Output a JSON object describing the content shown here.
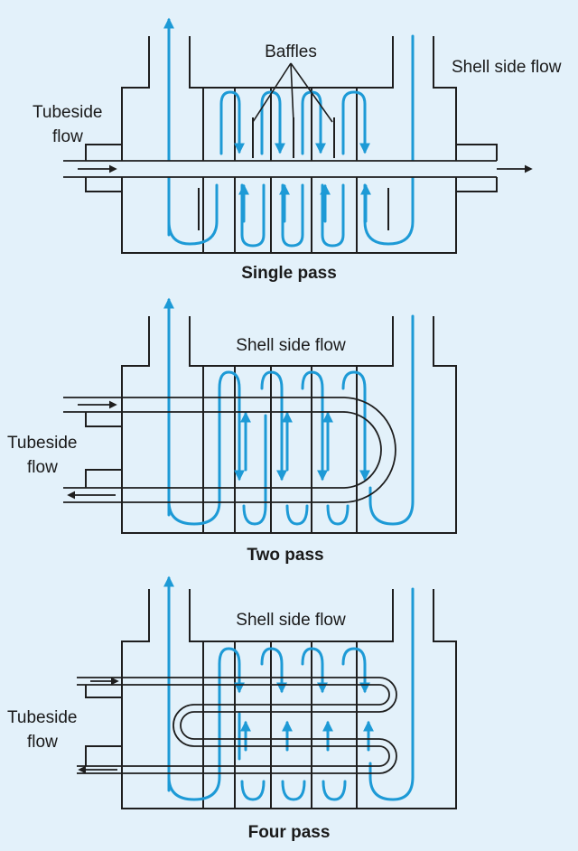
{
  "single": {
    "tubeside_l1": "Tubeside",
    "tubeside_l2": "flow",
    "baffles": "Baffles",
    "shell_side": "Shell side flow",
    "caption": "Single pass"
  },
  "two": {
    "tubeside_l1": "Tubeside",
    "tubeside_l2": "flow",
    "shell_side": "Shell side flow",
    "caption": "Two pass"
  },
  "four": {
    "tubeside_l1": "Tubeside",
    "tubeside_l2": "flow",
    "shell_side": "Shell side flow",
    "caption": "Four pass"
  },
  "colors": {
    "background": "#e3f1fa",
    "shell_flow": "#1d9ad6",
    "outline": "#1e1e1e"
  }
}
